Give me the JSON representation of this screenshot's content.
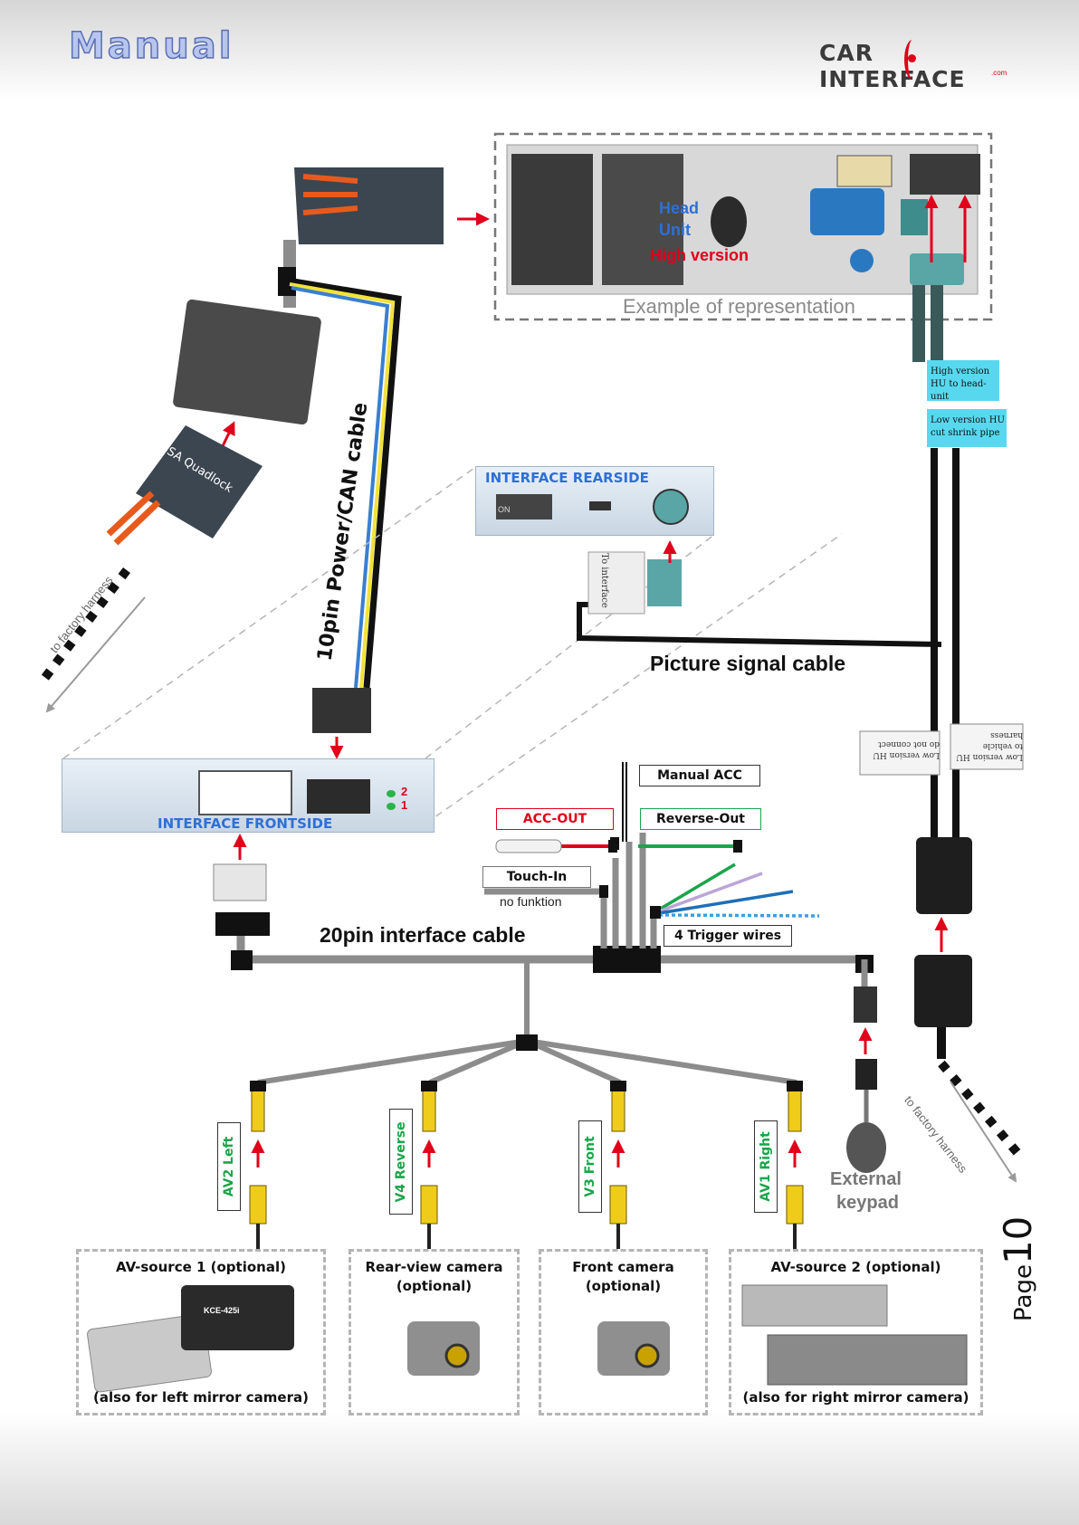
{
  "header": {
    "title": "Manual",
    "logo_text": "CAR INTERFACE",
    "logo_domain": ".com"
  },
  "head_unit": {
    "line1": "Head",
    "line2": "Unit",
    "line3": "High version",
    "caption": "Example of representation"
  },
  "harness_tags": {
    "high": "High version HU to head-unit",
    "low": "Low version HU cut shrink pipe",
    "tag_left": "Low version HU do not connect",
    "tag_right": "Low version HU to vehicle harness"
  },
  "cables": {
    "power_can": "10pin Power/CAN cable",
    "picture_signal": "Picture signal cable",
    "interface_20pin": "20pin interface cable"
  },
  "connectors": {
    "psa": "PSA Quadlock",
    "to_interface": "To interface"
  },
  "modules": {
    "rearside": "INTERFACE REARSIDE",
    "frontside": "INTERFACE FRONTSIDE",
    "led_2": "2",
    "led_1": "1",
    "dip_label": "ON"
  },
  "labels": {
    "manual_acc": "Manual ACC",
    "acc_out": "ACC-OUT",
    "reverse_out": "Reverse-Out",
    "touch_in": "Touch-In",
    "no_function": "no funktion",
    "trigger_wires": "4 Trigger wires",
    "factory_left": "to factory harness",
    "factory_right": "to factory harness",
    "keypad_line1": "External",
    "keypad_line2": "keypad"
  },
  "inputs": {
    "av2": "AV2 Left",
    "v4": "V4 Reverse",
    "v3": "V3 Front",
    "av1": "AV1 Right"
  },
  "sources": {
    "av1_title": "AV-source 1 (optional)",
    "av1_note": "(also for left mirror camera)",
    "av1_device": "KCE-425i",
    "rear_title1": "Rear-view camera",
    "rear_title2": "(optional)",
    "front_title1": "Front camera",
    "front_title2": "(optional)",
    "av2_title": "AV-source 2 (optional)",
    "av2_note": "(also for right mirror camera)"
  },
  "page": {
    "label": "Page",
    "number": "10"
  },
  "colors": {
    "arrow": "#e0001a",
    "accent_blue": "#2f6fd6",
    "label_green": "#1aa54a",
    "cable_grey": "#8c8c8c"
  }
}
